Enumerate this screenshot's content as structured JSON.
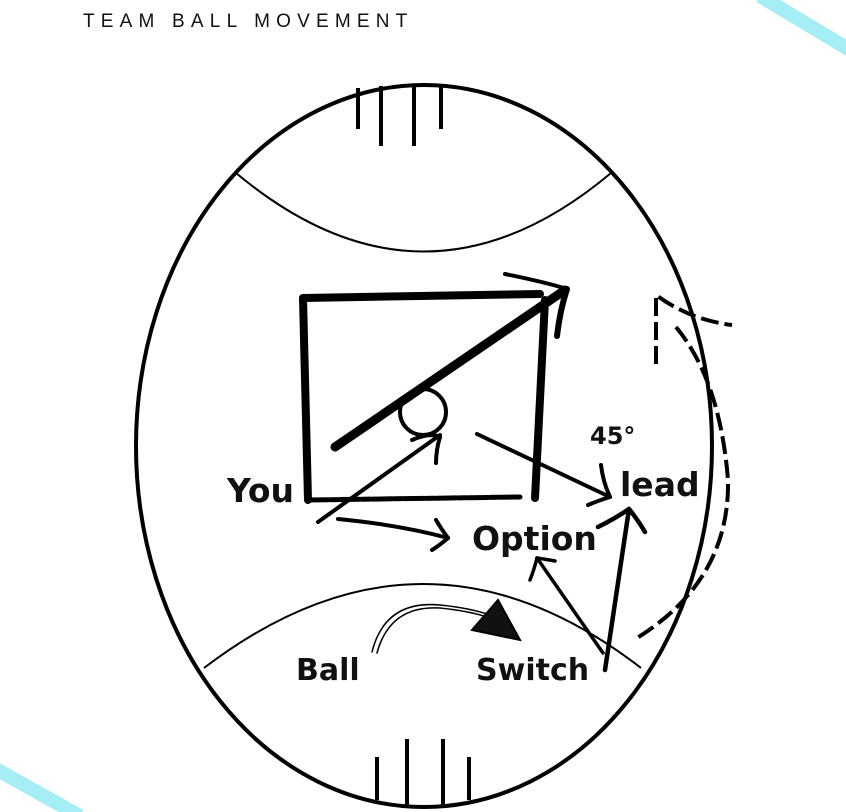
{
  "title": "TEAM BALL MOVEMENT",
  "accent_color": "#a6eef5",
  "diagram": {
    "type": "football field play diagram",
    "labels": {
      "you": "You",
      "option": "Option",
      "lead": "lead",
      "angle": "45°",
      "ball": "Ball",
      "switch": "Switch"
    },
    "elements": [
      "oval-field-boundary",
      "center-square",
      "center-circle",
      "top-goal-posts",
      "bottom-goal-posts",
      "top-50m-arc",
      "bottom-50m-arc",
      "diagonal-kick-arrow",
      "you-to-center-arrow",
      "you-to-option-arrow",
      "center-to-lead-arrow",
      "switch-to-option-arrow",
      "switch-to-lead-arrow",
      "ball-to-switch-arrow",
      "dashed-lead-path"
    ]
  }
}
